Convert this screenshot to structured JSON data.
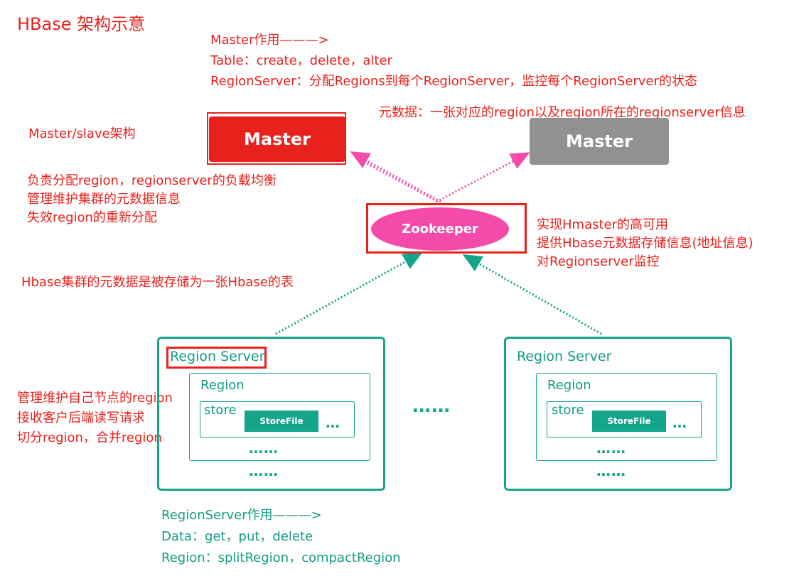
{
  "title": "HBase 架构示意",
  "master_role": {
    "heading": "Master作用———>",
    "table_line": "Table：create，delete，alter",
    "regionserver_line": "RegionServer：分配Regions到每个RegionServer，监控每个RegionServer的状态"
  },
  "metadata_note": "元数据：一张对应的region以及region所在的regionserver信息",
  "master_slave_note": "Master/slave架构",
  "master_duties": [
    "负责分配region，regionserver的负载均衡",
    "管理维护集群的元数据信息",
    "失效region的重新分配"
  ],
  "hbase_meta_note": "Hbase集群的元数据是被存储为一张Hbase的表",
  "zookeeper_duties": [
    "实现Hmaster的高可用",
    "提供Hbase元数据存储信息(地址信息)",
    "对Regionserver监控"
  ],
  "regionserver_duties": [
    "管理维护自己节点的region",
    "接收客户后端读写请求",
    "切分region，合并region"
  ],
  "regionserver_role": {
    "heading": "RegionServer作用———>",
    "data_line": "Data：get，put，delete",
    "region_line": "Region：splitRegion，compactRegion"
  },
  "nodes": {
    "master_active": "Master",
    "master_standby": "Master",
    "zookeeper": "Zookeeper",
    "region_server_label": "Region Server",
    "region_label": "Region",
    "store_label": "store",
    "storefile_label": "StoreFile",
    "ellipsis": "……",
    "inline_ellipsis": "…",
    "between_servers_ellipsis": "……"
  },
  "colors": {
    "accent_red": "#e8211c",
    "teal": "#14a58a",
    "zookeeper_pink": "#f44baa",
    "standby_gray": "#919191"
  }
}
